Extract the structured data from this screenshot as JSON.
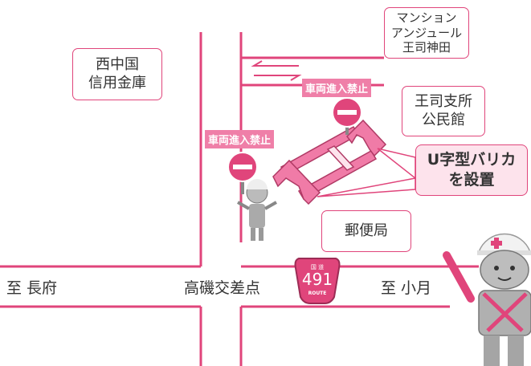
{
  "places": {
    "bank": [
      "西中国",
      "信用金庫"
    ],
    "mansion": [
      "マンション",
      "アンジュール",
      "王司神田"
    ],
    "community_center": [
      "王司支所",
      "公民館"
    ],
    "post_office": "郵便局"
  },
  "signs": {
    "no_entry_1": "車両進入禁止",
    "no_entry_2": "車両進入禁止"
  },
  "callout": [
    "U字型バリカ",
    "を設置"
  ],
  "roads": {
    "to_left": "至 長府",
    "intersection": "高磯交差点",
    "to_right": "至 小月"
  },
  "route": {
    "number": "491",
    "kanji": "国 道",
    "word": "ROUTE"
  },
  "colors": {
    "road": "#e0457b",
    "accent_fill": "#fde3ec",
    "sign_label": "#ef7fa8"
  },
  "icons": [
    "no-entry-sign-icon",
    "u-shaped-barrier-icon",
    "traffic-guard-icon",
    "route-shield-icon"
  ]
}
